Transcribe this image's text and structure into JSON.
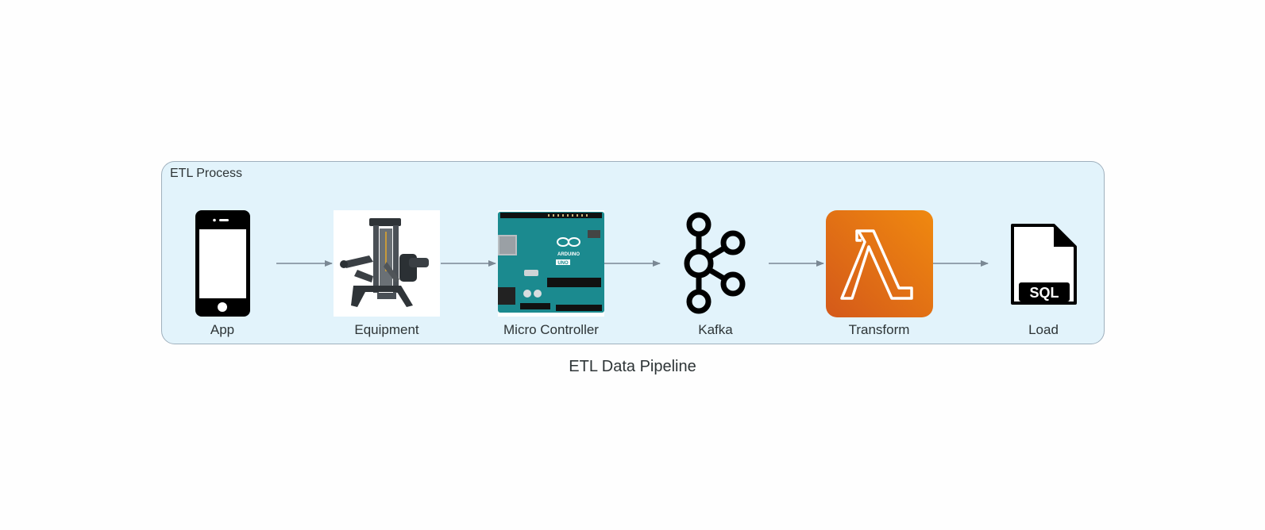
{
  "diagram": {
    "title": "ETL Data Pipeline",
    "cluster_label": "ETL Process",
    "nodes": [
      {
        "id": "app",
        "label": "App",
        "icon": "smartphone-icon"
      },
      {
        "id": "equipment",
        "label": "Equipment",
        "icon": "gym-machine-image"
      },
      {
        "id": "microcontroller",
        "label": "Micro Controller",
        "icon": "arduino-board-image"
      },
      {
        "id": "kafka",
        "label": "Kafka",
        "icon": "kafka-icon"
      },
      {
        "id": "transform",
        "label": "Transform",
        "icon": "aws-lambda-icon"
      },
      {
        "id": "load",
        "label": "Load",
        "icon": "sql-file-icon"
      }
    ],
    "edges": [
      {
        "from": "app",
        "to": "equipment"
      },
      {
        "from": "equipment",
        "to": "microcontroller"
      },
      {
        "from": "microcontroller",
        "to": "kafka"
      },
      {
        "from": "kafka",
        "to": "transform"
      },
      {
        "from": "transform",
        "to": "load"
      }
    ],
    "sql_badge": "SQL",
    "arduino_text": {
      "brand": "ARDUINO",
      "model": "UNO"
    },
    "colors": {
      "cluster_fill": "#e2f3fb",
      "cluster_border": "#9fb0bd",
      "edge": "#7b8894",
      "lambda_top": "#f0890f",
      "lambda_bottom": "#d4591a",
      "arduino_board": "#1b8a8f"
    }
  }
}
